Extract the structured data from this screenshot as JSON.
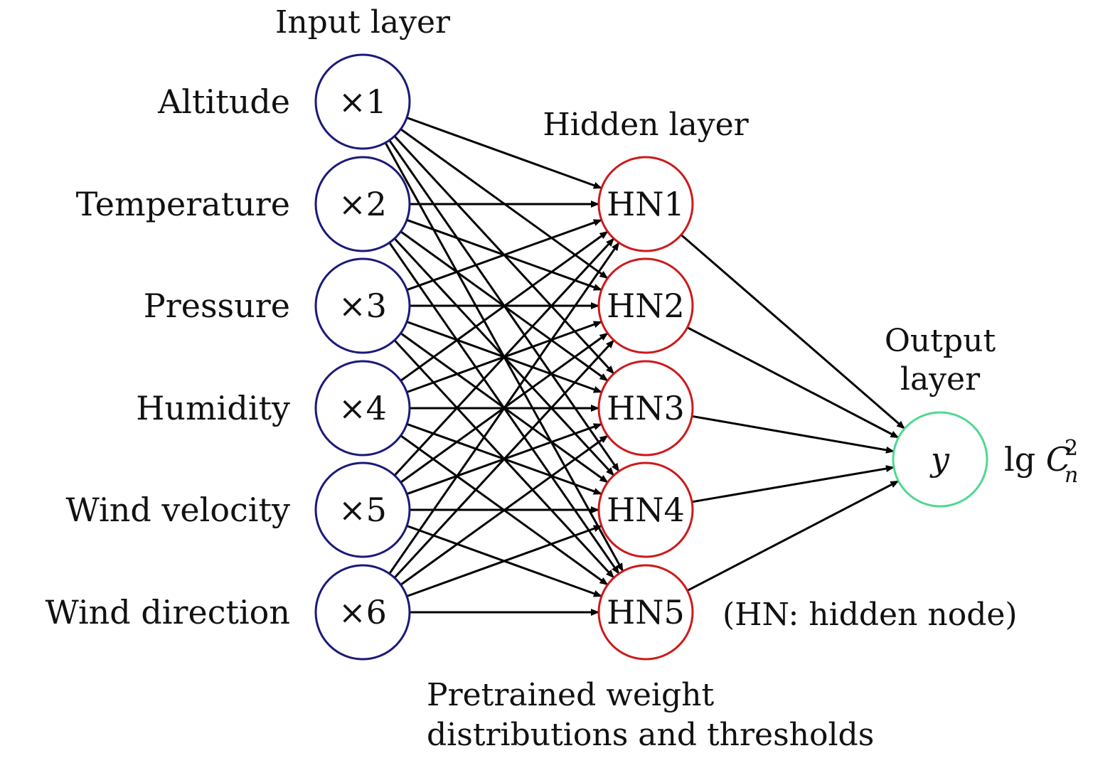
{
  "colors": {
    "input_node": "#1a1a7a",
    "hidden_node": "#cc1a1a",
    "output_node": "#4fd88f",
    "edge": "#000000",
    "text": "#111111"
  },
  "titles": {
    "input_layer": "Input layer",
    "hidden_layer": "Hidden layer",
    "output_layer_line1": "Output",
    "output_layer_line2": "layer"
  },
  "input_nodes": [
    {
      "label": "Altitude",
      "symbol": "×1"
    },
    {
      "label": "Temperature",
      "symbol": "×2"
    },
    {
      "label": "Pressure",
      "symbol": "×3"
    },
    {
      "label": "Humidity",
      "symbol": "×4"
    },
    {
      "label": "Wind velocity",
      "symbol": "×5"
    },
    {
      "label": "Wind direction",
      "symbol": "×6"
    }
  ],
  "hidden_nodes": [
    {
      "label": "HN1"
    },
    {
      "label": "HN2"
    },
    {
      "label": "HN3"
    },
    {
      "label": "HN4"
    },
    {
      "label": "HN5"
    }
  ],
  "output_node": {
    "symbol": "y",
    "quantity_base": "lg",
    "quantity_var": "C",
    "quantity_sup": "2",
    "quantity_sub": "n"
  },
  "legend_note": "(HN: hidden node)",
  "caption": {
    "line1": "Pretrained weight",
    "line2": "distributions and thresholds"
  }
}
